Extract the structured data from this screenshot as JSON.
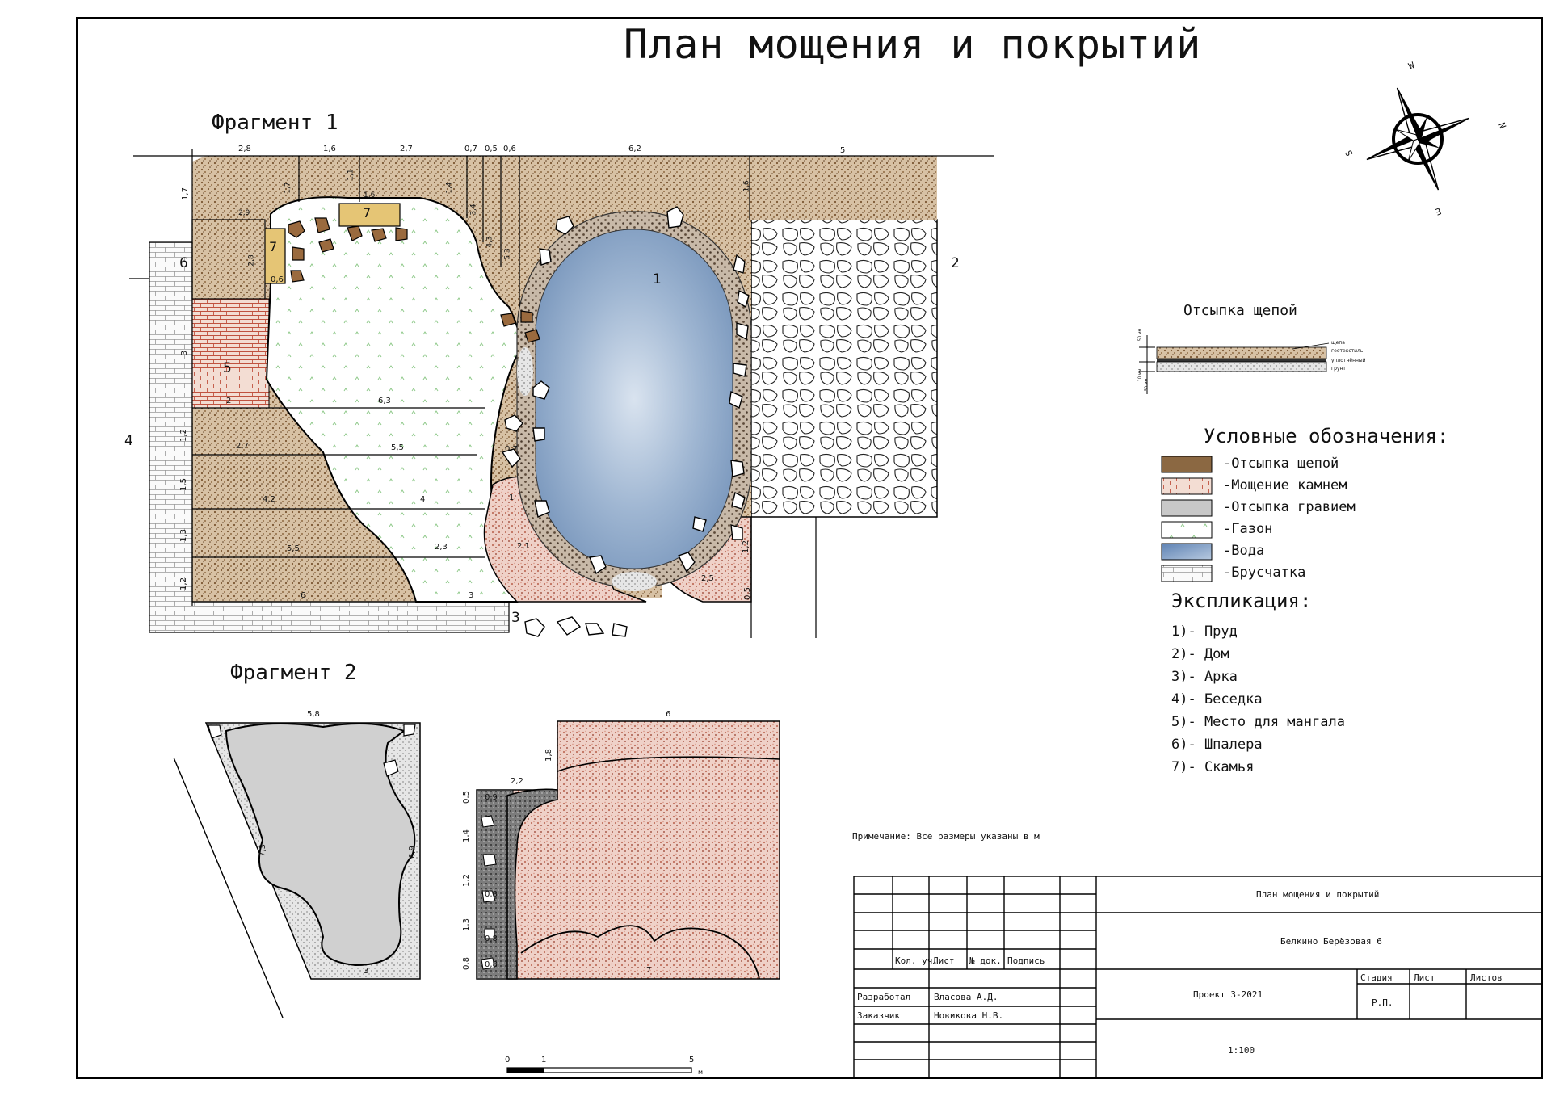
{
  "sheet": {
    "title": "План мощения и покрытий",
    "fragment1": "Фрагмент 1",
    "fragment2": "Фрагмент 2",
    "note": "Примечание: Все размеры указаны в м"
  },
  "compass": {
    "n": "N",
    "s": "S",
    "e": "E",
    "w": "W"
  },
  "section": {
    "title": "Отсыпка щепой",
    "dim1": "50 мм",
    "dim2": "10 мм",
    "dim3": "50 мм",
    "layers": [
      "щепа",
      "геотекстиль",
      "уплотнённый",
      "грунт"
    ]
  },
  "legend": {
    "title": "Условные обозначения:",
    "items": [
      {
        "label": "-Отсыпка щепой",
        "color": "#8b6842"
      },
      {
        "label": "-Мощение камнем",
        "color": "#d99a8c"
      },
      {
        "label": "-Отсыпка гравием",
        "color": "#c8c8c8"
      },
      {
        "label": "-Газон",
        "color": "#e8f6e4"
      },
      {
        "label": "-Вода",
        "color": "#7f9fc4"
      },
      {
        "label": "-Брусчатка",
        "color": "#f2f2f2"
      }
    ]
  },
  "explication": {
    "title": "Экспликация:",
    "items": [
      "1)- Пруд",
      "2)- Дом",
      "3)- Арка",
      "4)- Беседка",
      "5)- Место для мангала",
      "6)- Шпалера",
      "7)- Скамья"
    ]
  },
  "plan1": {
    "top_dims": [
      "2,8",
      "1,6",
      "2,7",
      "0,7",
      "0,5",
      "0,6",
      "6,2",
      "5"
    ],
    "left_dims": [
      "1,7",
      "3",
      "1,2",
      "1,5",
      "1,3",
      "1,2"
    ],
    "inner_dims": [
      "1,7",
      "1,1",
      "1,6",
      "1,4",
      "3,4",
      "4,3",
      "5,3",
      "2,9",
      "2,8",
      "0,6",
      "2",
      "6,3",
      "2,7",
      "5,5",
      "4,2",
      "4",
      "5,5",
      "2,3",
      "6",
      "3",
      "0,7",
      "1",
      "2,1",
      "1,2",
      "2,5",
      "0,5",
      "1,6"
    ],
    "labels": [
      "1",
      "2",
      "3",
      "4",
      "5",
      "6",
      "7",
      "7"
    ]
  },
  "plan2": {
    "dims_left": [
      "5,8",
      "7,3",
      "6,9",
      "3"
    ],
    "dims_right": [
      "6",
      "1,8",
      "2,2",
      "0,5",
      "0,9",
      "1,4",
      "1,2",
      "0,8",
      "1,3",
      "0,8",
      "0,8",
      "0,8",
      "7"
    ]
  },
  "scalebar": {
    "t0": "0",
    "t1": "1",
    "t5": "5",
    "unit": "м"
  },
  "stamp": {
    "h_kol": "Кол. уч.",
    "h_list": "Лист",
    "h_doc": "№ док.",
    "h_sign": "Подпись",
    "r1_role": "Разработал",
    "r1_name": "Власова А.Д.",
    "r2_role": "Заказчик",
    "r2_name": "Новикова Н.В.",
    "title": "План мощения и покрытий",
    "address": "Белкино Берёзовая 6",
    "project": "Проект 3-2021",
    "stage_h": "Стадия",
    "sheet_h": "Лист",
    "sheets_h": "Листов",
    "stage": "Р.П.",
    "scale": "1:100"
  }
}
